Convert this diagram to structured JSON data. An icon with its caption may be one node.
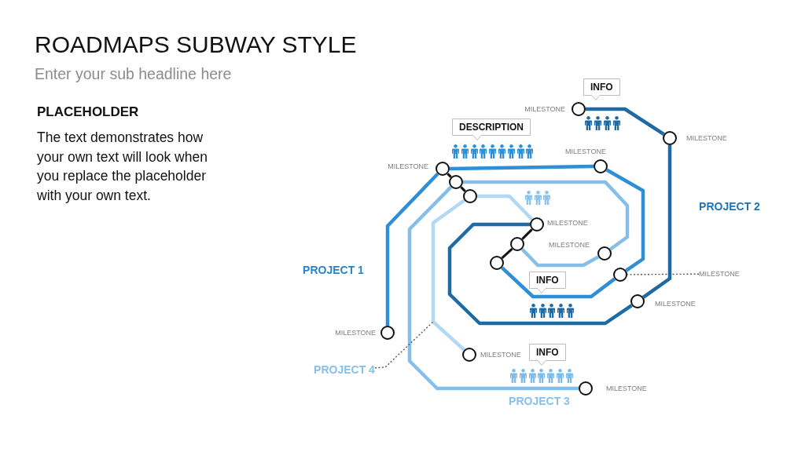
{
  "diagram": {
    "title": "ROADMAPS SUBWAY STYLE",
    "nodes": [
      {
        "text": [
          "INFO"
        ]
      },
      {
        "text": [],
        "shape": "circle",
        "beside": [
          "MILESTONE"
        ]
      },
      {
        "text": [
          "DESCRIPTION"
        ]
      },
      {
        "text": [],
        "shape": "circle",
        "beside": [
          "MILESTONE"
        ]
      },
      {
        "text": [],
        "shape": "circle",
        "beside": [
          "MILESTONE"
        ]
      },
      {
        "text": [],
        "shape": "circle",
        "beside": [
          "MILESTONE"
        ]
      },
      {
        "text": [],
        "shape": "circle"
      },
      {
        "text": [],
        "shape": "circle"
      },
      {
        "text": [],
        "shape": "circle",
        "beside": [
          "MILESTONE"
        ]
      },
      {
        "text": [],
        "shape": "circle"
      },
      {
        "text": [],
        "shape": "circle",
        "beside": [
          "MILESTONE"
        ]
      },
      {
        "text": [],
        "shape": "circle"
      },
      {
        "text": [],
        "shape": "circle"
      },
      {
        "text": [
          "MILESTONE"
        ]
      },
      {
        "text": [
          "INFO"
        ]
      },
      {
        "text": [],
        "shape": "circle",
        "beside": [
          "MILESTONE"
        ]
      },
      {
        "text": [],
        "shape": "circle",
        "beside": [
          "MILESTONE"
        ]
      },
      {
        "text": [],
        "shape": "circle",
        "beside": [
          "MILESTONE"
        ]
      },
      {
        "text": [
          "INFO"
        ]
      },
      {
        "text": [
          "PROJECT 4"
        ]
      },
      {
        "text": [],
        "shape": "circle",
        "beside": [
          "MILESTONE"
        ]
      }
    ],
    "edges": [
      {
        "from": 16,
        "to": 4,
        "arrow": "none",
        "color": "#2f8fd6"
      },
      {
        "from": 4,
        "to": 5,
        "arrow": "none",
        "color": "#2f8fd6"
      },
      {
        "from": 5,
        "to": 12,
        "arrow": "none",
        "color": "#2f8fd6"
      },
      {
        "from": 12,
        "to": 11,
        "arrow": "none",
        "color": "#2f8fd6"
      },
      {
        "from": 1,
        "to": 3,
        "arrow": "none",
        "color": "#1d6aa5"
      },
      {
        "from": 3,
        "to": 15,
        "arrow": "none",
        "color": "#1d6aa5"
      },
      {
        "from": 15,
        "to": 8,
        "arrow": "none",
        "color": "#1d6aa5"
      },
      {
        "from": 20,
        "to": 6,
        "arrow": "none",
        "color": "#85bfe9"
      },
      {
        "from": 6,
        "to": 10,
        "arrow": "none",
        "color": "#85bfe9"
      },
      {
        "from": 10,
        "to": 9,
        "arrow": "none",
        "color": "#85bfe9"
      },
      {
        "from": 17,
        "to": 7,
        "arrow": "none",
        "color": "#b3d8f3"
      },
      {
        "from": 7,
        "to": 8,
        "arrow": "none",
        "color": "#b3d8f3"
      },
      {
        "from": 4,
        "to": 6,
        "arrow": "none",
        "color": "#111111"
      },
      {
        "from": 6,
        "to": 7,
        "arrow": "none",
        "color": "#111111"
      },
      {
        "from": 8,
        "to": 9,
        "arrow": "none",
        "color": "#111111"
      },
      {
        "from": 9,
        "to": 11,
        "arrow": "none",
        "color": "#111111"
      },
      {
        "from": 13,
        "to": 12,
        "arrow": "none",
        "style": "dashed",
        "color": "#555555"
      },
      {
        "from": 19,
        "to": null,
        "arrow": "none",
        "style": "dashed",
        "color": "#555555"
      }
    ],
    "labels": [
      "Enter your sub headline here",
      "PLACEHOLDER",
      "The text demonstrates how your own text will look when you replace the placeholder with your own text.",
      "PROJECT 2",
      "PROJECT 1",
      "PROJECT 3"
    ]
  }
}
